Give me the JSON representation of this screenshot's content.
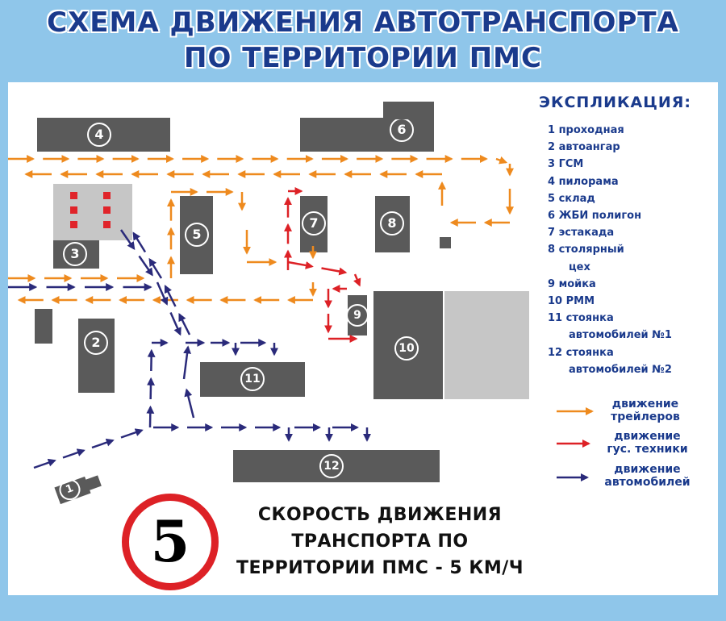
{
  "title": {
    "line1": "СХЕМА ДВИЖЕНИЯ АВТОТРАНСПОРТА",
    "line2": "ПО ТЕРРИТОРИИ ПМС"
  },
  "legend": {
    "title": "ЭКСПЛИКАЦИЯ:",
    "items": [
      "1 проходная",
      "2 автоангар",
      "3 ГСМ",
      "4 пилорама",
      "5 склад",
      "6 ЖБИ полигон",
      "7 эстакада",
      "8 столярный",
      "цех",
      "9 мойка",
      "10 РММ",
      "11 стоянка",
      "автомобилей №1",
      "12 стоянка",
      "автомобилей №2"
    ],
    "keys": {
      "trailers": {
        "line1": "движение",
        "line2": "трейлеров",
        "color": "#ee8a1e"
      },
      "tracked": {
        "line1": "движение",
        "line2": "гус. техники",
        "color": "#dd2126"
      },
      "cars": {
        "line1": "движение",
        "line2": "автомобилей",
        "color": "#2a2a7a"
      }
    }
  },
  "buildings": {
    "b1": "1",
    "b2": "2",
    "b3": "3",
    "b4": "4",
    "b5": "5",
    "b6": "6",
    "b7": "7",
    "b8": "8",
    "b9": "9",
    "b10": "10",
    "b11": "11",
    "b12": "12"
  },
  "speed_sign": {
    "number": "5",
    "line1": "СКОРОСТЬ ДВИЖЕНИЯ",
    "line2": "ТРАНСПОРТА ПО",
    "line3": "ТЕРРИТОРИИ ПМС - 5 КМ/Ч",
    "ring_color": "#dd2126"
  },
  "colors": {
    "frame": "#8fc6ea",
    "title": "#1a3a8c",
    "building": "#5a5a5a",
    "building_light": "#c6c6c6"
  }
}
